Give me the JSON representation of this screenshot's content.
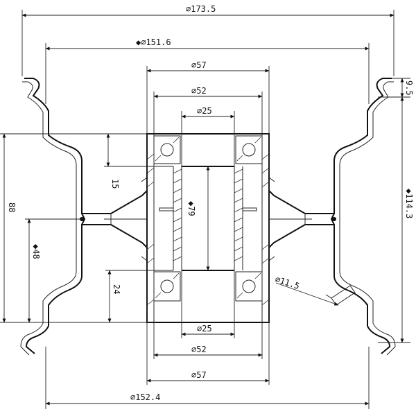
{
  "dimensions": {
    "d173": "⌀173.5",
    "d151": "◆⌀151.6",
    "d57_top": "⌀57",
    "d52_top": "⌀52",
    "d25_top": "⌀25",
    "d25_bot": "⌀25",
    "d52_bot": "⌀52",
    "d57_bot": "⌀57",
    "d152": "⌀152.4",
    "d79": "◆79",
    "d11": "⌀11.5",
    "h88": "88",
    "h48": "◆48",
    "h15": "15",
    "h24": "24",
    "h114": "◆114.3",
    "h9": "9.5"
  }
}
